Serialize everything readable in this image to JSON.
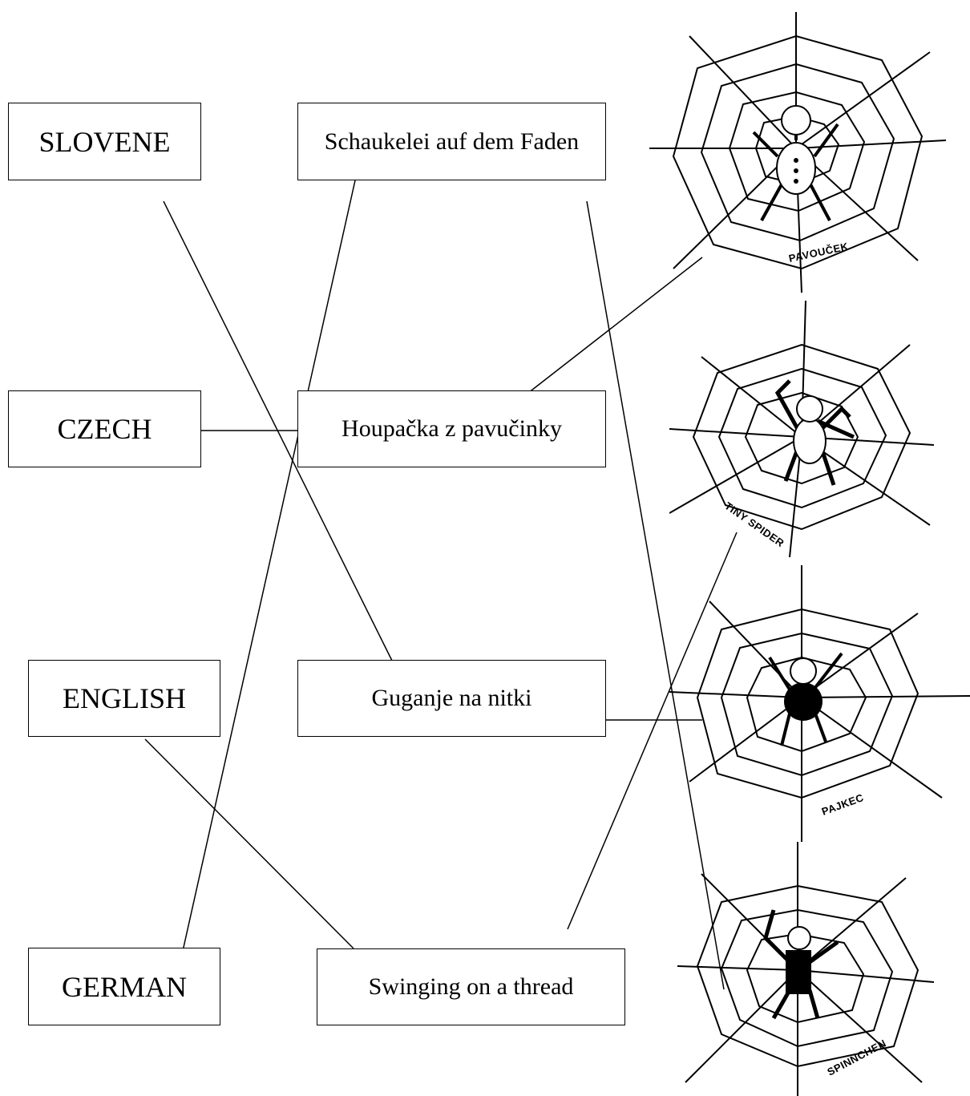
{
  "languages": [
    "SLOVENE",
    "CZECH",
    "ENGLISH",
    "GERMAN"
  ],
  "phrases": [
    "Schaukelei auf dem Faden",
    "Houpačka z pavučinky",
    "Guganje na nitki",
    "Swinging on a thread"
  ],
  "web_labels": [
    "PAVOUČEK",
    "TINY SPIDER",
    "PAJKEC",
    "SPINNCHEN"
  ]
}
